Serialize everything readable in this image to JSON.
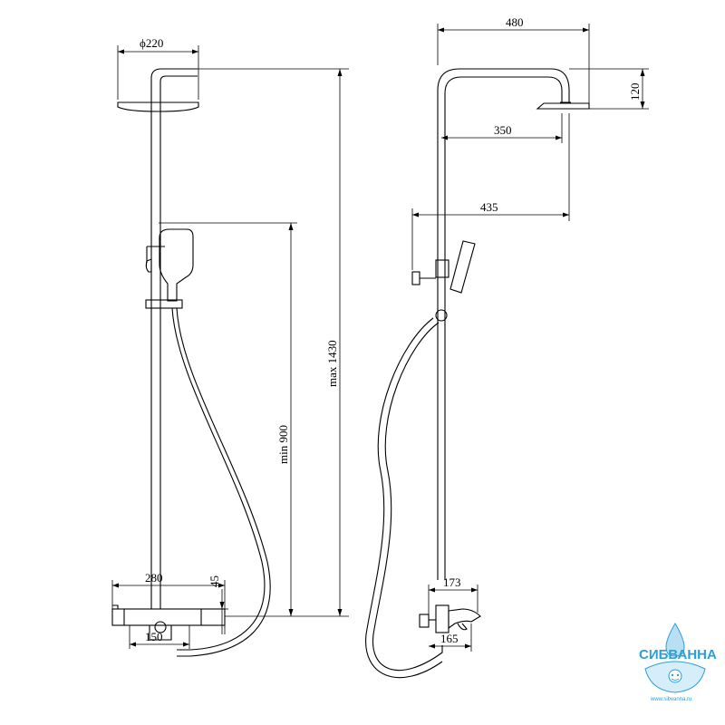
{
  "dimensions": {
    "head_diameter": "ϕ220",
    "max_height": "max 1430",
    "min_height": "min 900",
    "mixer_width": "280",
    "mixer_height": "45",
    "mixer_center": "150",
    "arm_total": "480",
    "head_height": "120",
    "arm_reach": "350",
    "holder_reach": "435",
    "spout_top": "173",
    "spout_bottom": "165"
  },
  "logo": {
    "name": "СИБВАННА",
    "url": "www.sibvanna.ru"
  },
  "colors": {
    "line": "#000000",
    "logo": "#2c9fd8"
  }
}
